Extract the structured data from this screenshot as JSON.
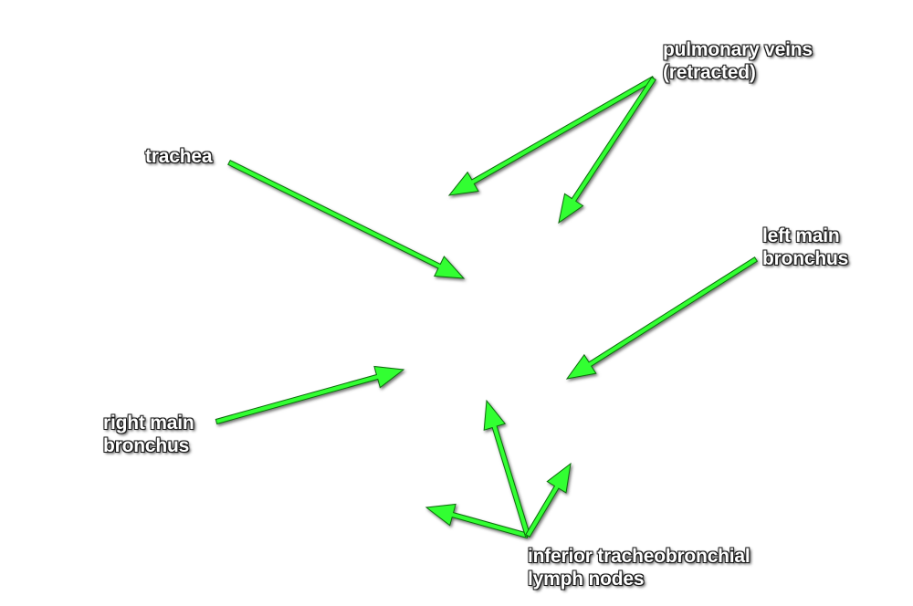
{
  "colors": {
    "arrow": "#33ff33",
    "arrow_outline": "#0a6b0a",
    "label_text": "#ffffff",
    "label_outline": "#1a1a1a",
    "background": "#ffffff"
  },
  "labels": {
    "pulmonary_veins": {
      "line1": "pulmonary veins",
      "line2": "(retracted)"
    },
    "trachea": {
      "line1": "trachea"
    },
    "left_main_bronchus": {
      "line1": "left main",
      "line2": "bronchus"
    },
    "right_main_bronchus": {
      "line1": "right main",
      "line2": "bronchus"
    },
    "lymph_nodes": {
      "line1": "inferior tracheobronchial",
      "line2": "lymph nodes"
    }
  }
}
